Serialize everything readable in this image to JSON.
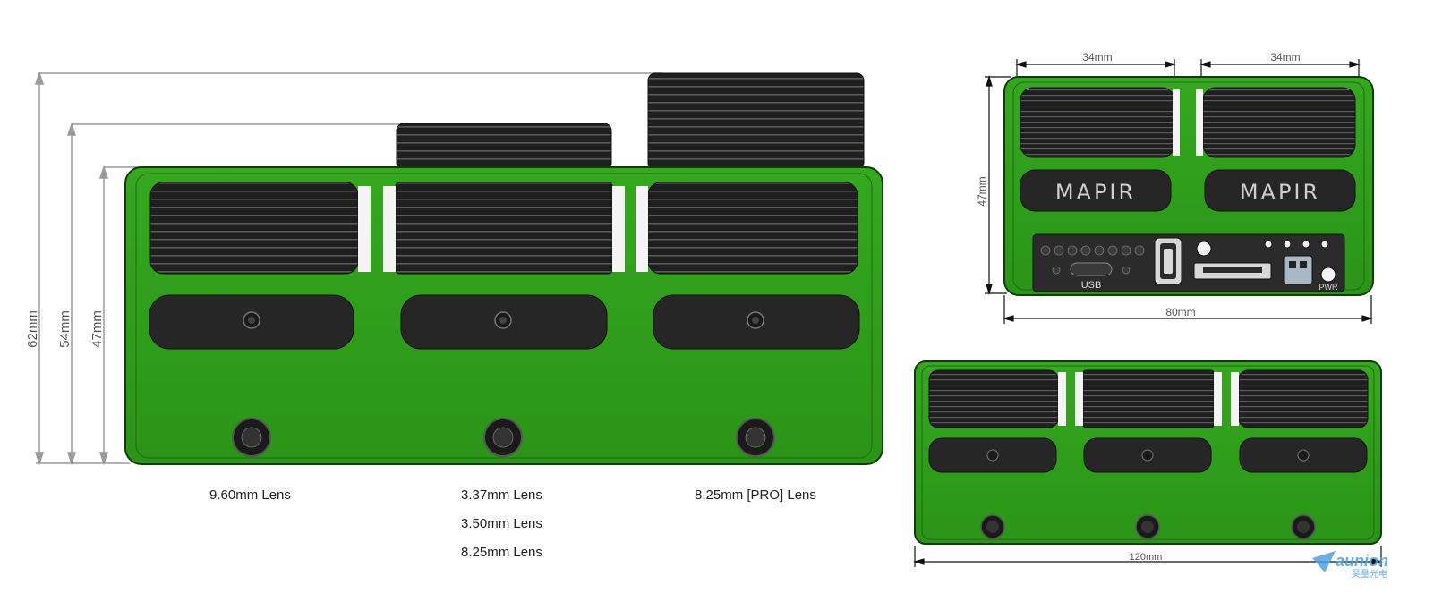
{
  "dimensions": {
    "heights": [
      "62mm",
      "54mm",
      "47mm"
    ],
    "front_top_width_left": "34mm",
    "front_top_width_right": "34mm",
    "front_height": "47mm",
    "front_width": "80mm",
    "side_width": "120mm"
  },
  "lens_labels": {
    "left": "9.60mm Lens",
    "middle": [
      "3.37mm Lens",
      "3.50mm Lens",
      "8.25mm Lens"
    ],
    "right": "8.25mm [PRO] Lens"
  },
  "front_panel": {
    "brand_left": "MAPIR",
    "brand_right": "MAPIR",
    "usb_label": "USB",
    "pwr_label": "PWR"
  },
  "watermark": {
    "text": "aunion",
    "sub": "昊量光电"
  },
  "colors": {
    "body_green": "#2e9c19",
    "body_green_dark": "#1b6e0c",
    "fins": "#2a2a2a"
  }
}
